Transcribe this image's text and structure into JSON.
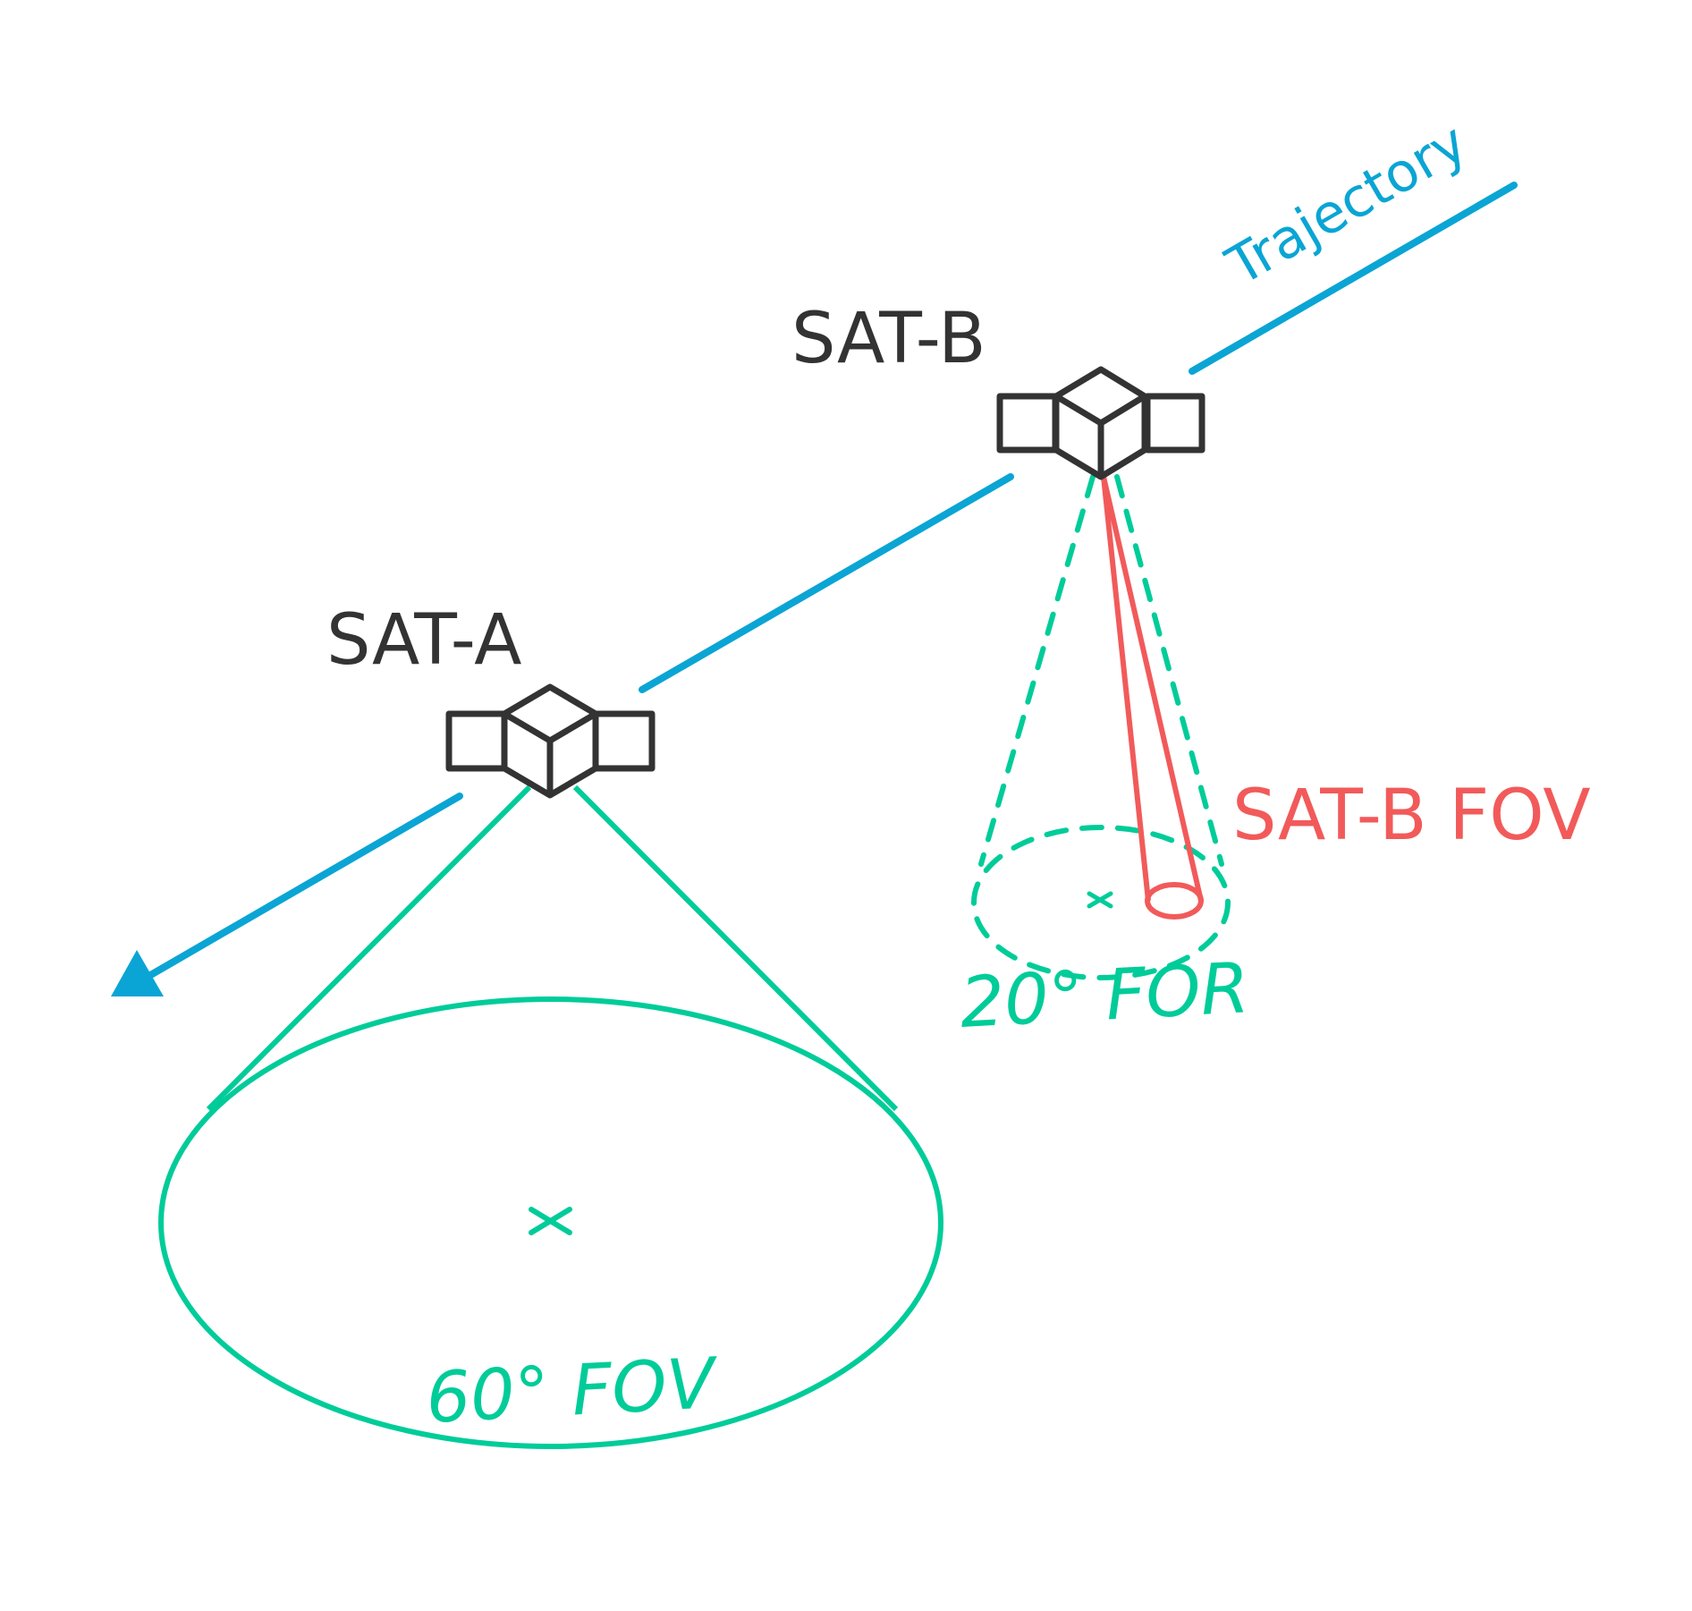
{
  "labels": {
    "trajectory": "Trajectory",
    "sat_a": "SAT-A",
    "sat_b": "SAT-B",
    "sat_b_fov": "SAT-B FOV",
    "for_20": "20° FOR",
    "fov_60": "60° FOV"
  },
  "colors": {
    "satellite": "#333333",
    "trajectory": "#0aa5d4",
    "field_of_view": "#00cc99",
    "sat_b_fov": "#f25a5a",
    "background": "#ffffff"
  },
  "icons": [
    "satellite-icon",
    "direction-arrow-icon",
    "center-mark-icon"
  ]
}
